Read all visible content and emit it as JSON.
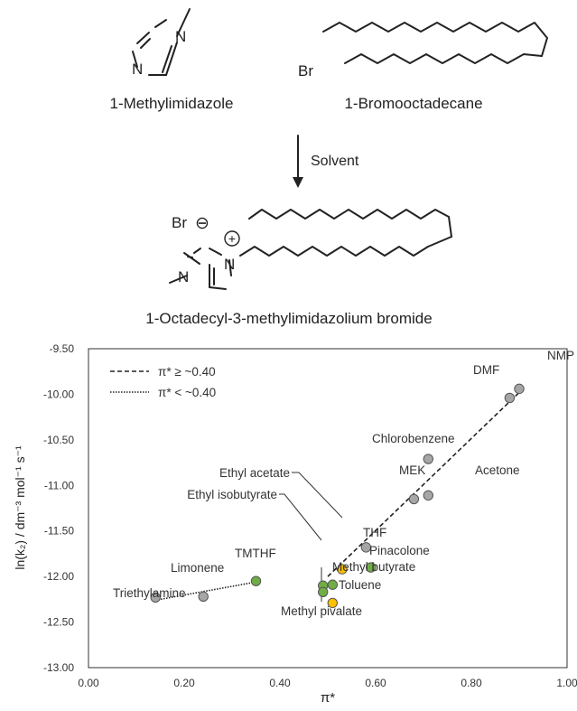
{
  "scheme": {
    "reactant1_label": "1-Methylimidazole",
    "reactant2_label": "1-Bromooctadecane",
    "arrow_label": "Solvent",
    "product_label": "1-Octadecyl-3-methylimidazolium bromide",
    "atoms": {
      "N": "N",
      "Br": "Br",
      "charge_minus": "⊖",
      "charge_plus": "+"
    }
  },
  "chart_data": {
    "type": "scatter",
    "title": "",
    "xlabel": "π*",
    "ylabel": "ln(k₂) / dm⁻³ mol⁻¹ s⁻¹",
    "xlim": [
      0.0,
      1.0
    ],
    "ylim": [
      -13.0,
      -9.5
    ],
    "x_ticks": [
      "0.00",
      "0.20",
      "0.40",
      "0.60",
      "0.80",
      "1.00"
    ],
    "y_ticks": [
      "-9.50",
      "-10.00",
      "-10.50",
      "-11.00",
      "-11.50",
      "-12.00",
      "-12.50",
      "-13.00"
    ],
    "grid": false,
    "legend": [
      {
        "label": "π* ≥ ~0.40",
        "style": "dashed"
      },
      {
        "label": "π* < ~0.40",
        "style": "dotted"
      }
    ],
    "colors": {
      "grey": "#a6a6a6",
      "green": "#70ad47",
      "orange": "#ffc000"
    },
    "points": [
      {
        "name": "NMP",
        "x": 0.9,
        "y": -9.94,
        "color": "grey"
      },
      {
        "name": "DMF",
        "x": 0.88,
        "y": -10.04,
        "color": "grey"
      },
      {
        "name": "Chlorobenzene",
        "x": 0.71,
        "y": -10.71,
        "color": "grey"
      },
      {
        "name": "MEK",
        "x": 0.68,
        "y": -11.15,
        "color": "grey"
      },
      {
        "name": "Acetone",
        "x": 0.71,
        "y": -11.11,
        "color": "grey"
      },
      {
        "name": "THF",
        "x": 0.58,
        "y": -11.68,
        "color": "grey"
      },
      {
        "name": "Pinacolone",
        "x": 0.59,
        "y": -11.9,
        "color": "green"
      },
      {
        "name": "Ethyl acetate",
        "x": 0.53,
        "y": -11.92,
        "color": "orange"
      },
      {
        "name": "Ethyl isobutyrate",
        "x": 0.49,
        "y": -12.1,
        "color": "green"
      },
      {
        "name": "Methyl butyrate",
        "x": 0.51,
        "y": -12.09,
        "color": "green"
      },
      {
        "name": "Methyl pivalate",
        "x": 0.49,
        "y": -12.17,
        "color": "green"
      },
      {
        "name": "Toluene",
        "x": 0.51,
        "y": -12.29,
        "color": "orange"
      },
      {
        "name": "TMTHF",
        "x": 0.35,
        "y": -12.05,
        "color": "green"
      },
      {
        "name": "Limonene",
        "x": 0.24,
        "y": -12.22,
        "color": "grey"
      },
      {
        "name": "Triethylamine",
        "x": 0.14,
        "y": -12.23,
        "color": "grey"
      }
    ],
    "fit_lines": [
      {
        "style": "dashed",
        "x": [
          0.5,
          0.9
        ],
        "y": [
          -12.0,
          -9.98
        ]
      },
      {
        "style": "dotted",
        "x": [
          0.14,
          0.35
        ],
        "y": [
          -12.26,
          -12.06
        ]
      }
    ]
  }
}
